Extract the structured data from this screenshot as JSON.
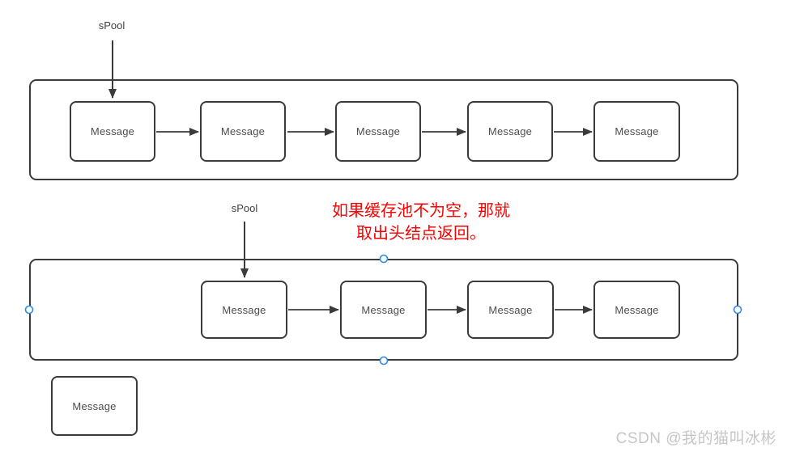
{
  "pool1": {
    "pointer_label": "sPool",
    "boxes": [
      {
        "label": "Message"
      },
      {
        "label": "Message"
      },
      {
        "label": "Message"
      },
      {
        "label": "Message"
      },
      {
        "label": "Message"
      }
    ]
  },
  "pool2": {
    "pointer_label": "sPool",
    "boxes": [
      {
        "label": "Message"
      },
      {
        "label": "Message"
      },
      {
        "label": "Message"
      },
      {
        "label": "Message"
      }
    ]
  },
  "annotation": {
    "line1": "如果缓存池不为空，那就",
    "line2": "取出头结点返回。"
  },
  "standalone_box": {
    "label": "Message"
  },
  "watermark": {
    "text": "CSDN @我的猫叫冰彬"
  },
  "icons": {
    "arrow": "arrow-connector",
    "handle": "selection-handle"
  },
  "colors": {
    "stroke": "#3b3b3b",
    "text_gray": "#4d4d4d",
    "annotation_red": "#fb0000",
    "handle_blue": "#2e8ae8",
    "watermark_gray": "#c6c6c6"
  }
}
